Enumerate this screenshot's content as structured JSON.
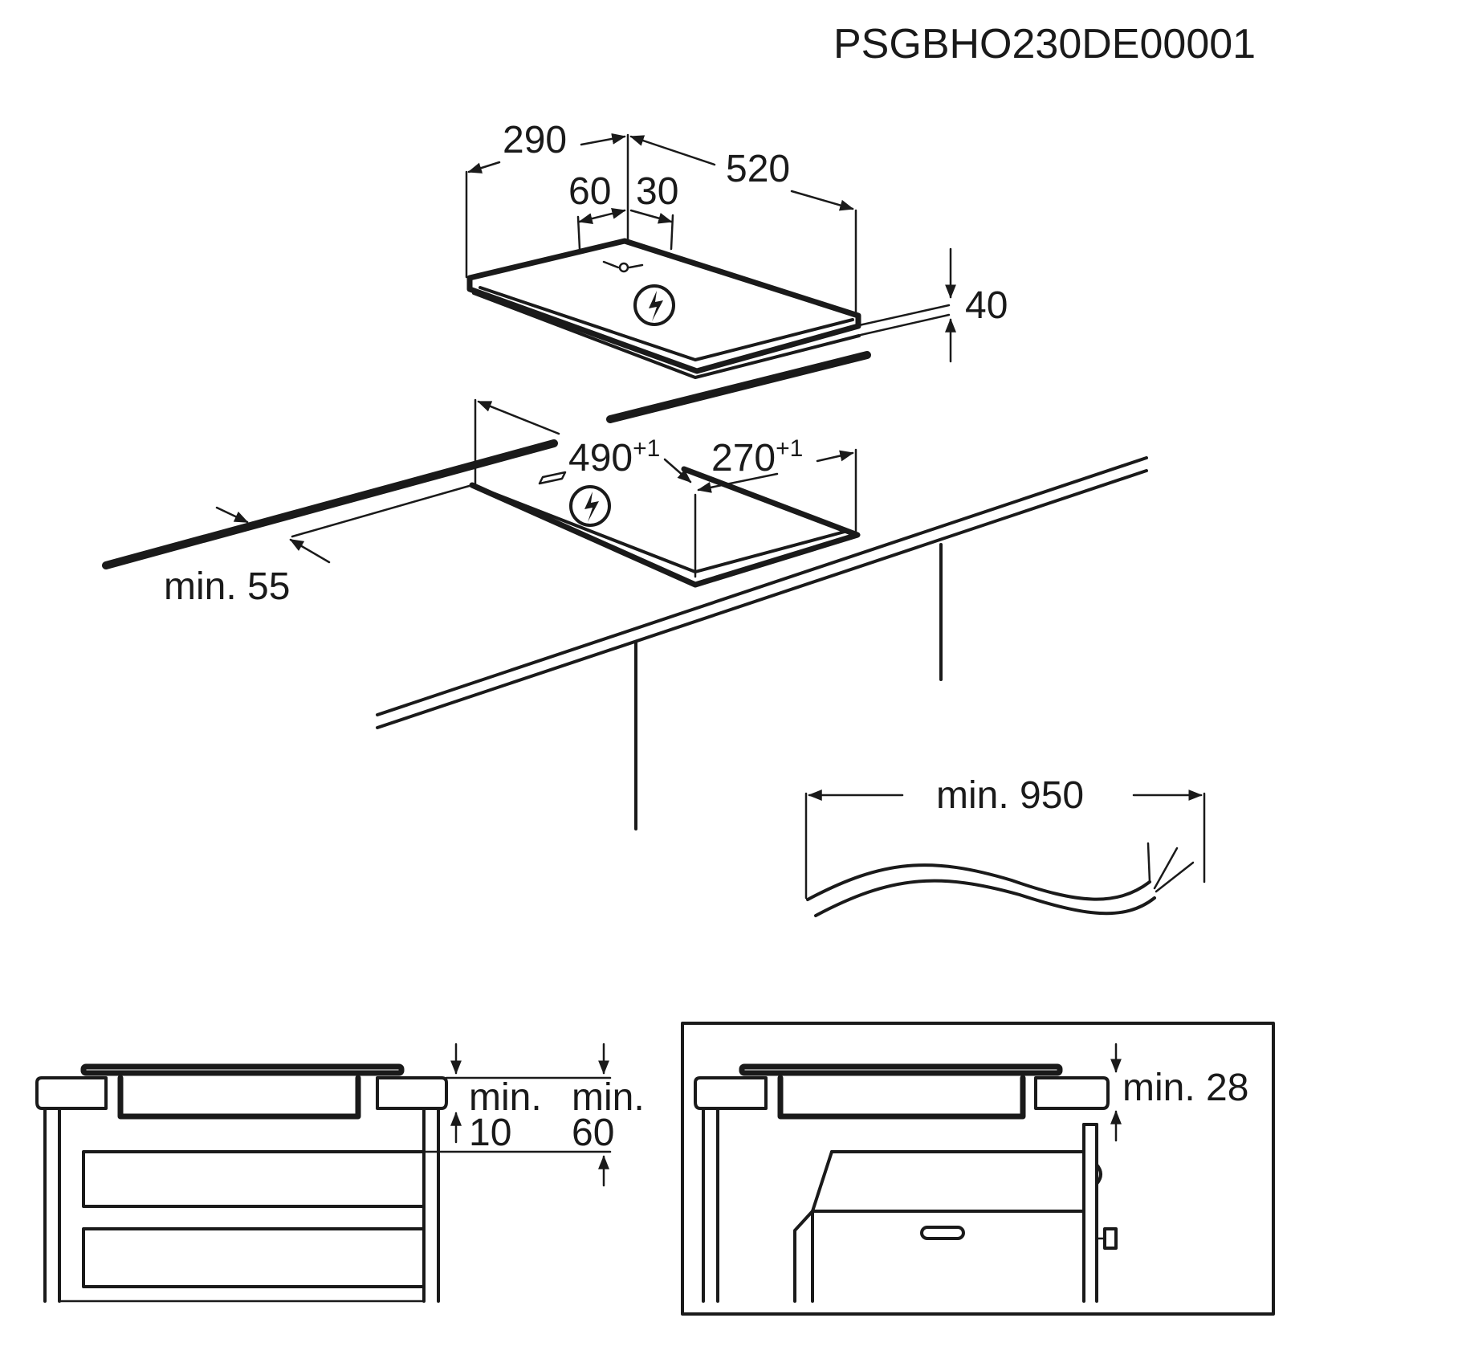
{
  "code": "PSGBHO230DE00001",
  "dims": {
    "width_total": "290",
    "depth_total": "520",
    "offset_a": "60",
    "offset_b": "30",
    "height": "40",
    "cutout_length": "490",
    "cutout_length_tol": "+1",
    "cutout_width": "270",
    "cutout_width_tol": "+1",
    "edge_min": "min. 55",
    "cable_min": "min. 950"
  },
  "bottom_left": {
    "min_label_a": "min.",
    "min_value_a": "10",
    "min_label_b": "min.",
    "min_value_b": "60"
  },
  "bottom_right": {
    "min_label": "min. 28"
  }
}
